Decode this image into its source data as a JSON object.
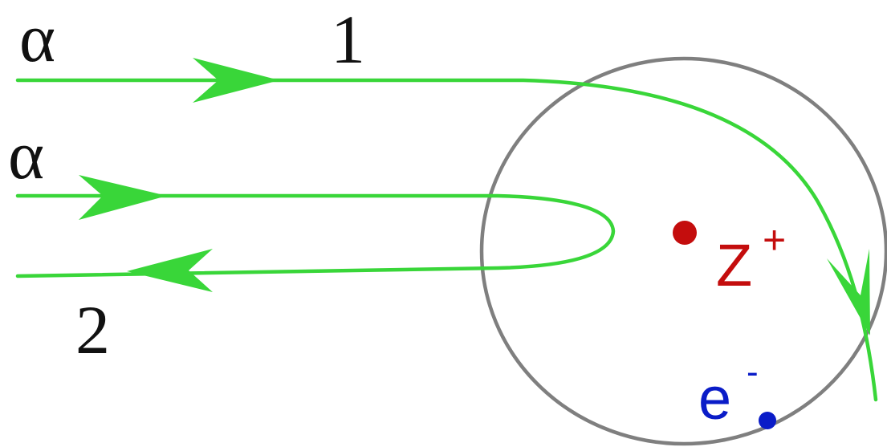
{
  "colors": {
    "background": "#ffffff",
    "atom_boundary": "#7f7f7f",
    "trajectory": "#39d639",
    "nucleus": "#c40d0d",
    "electron": "#0a1cc8",
    "text": "#111111"
  },
  "labels": {
    "alpha_1": "α",
    "alpha_2": "α",
    "trajectory_1": "1",
    "trajectory_2": "2",
    "nucleus": "Z",
    "nucleus_charge": "+",
    "electron": "e",
    "electron_charge": "-"
  }
}
